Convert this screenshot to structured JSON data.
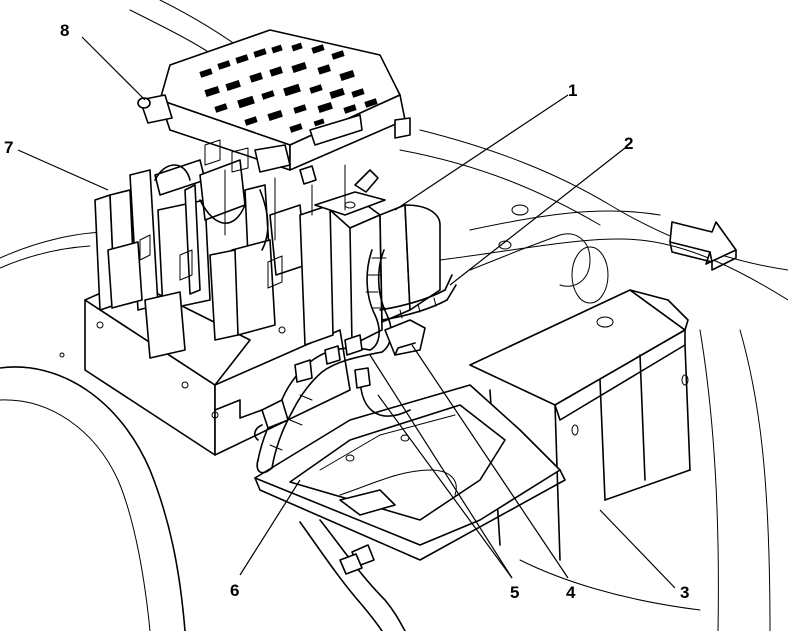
{
  "callouts": [
    {
      "id": "c1",
      "label": "1"
    },
    {
      "id": "c2",
      "label": "2"
    },
    {
      "id": "c3",
      "label": "3"
    },
    {
      "id": "c4",
      "label": "4"
    },
    {
      "id": "c5",
      "label": "5"
    },
    {
      "id": "c6",
      "label": "6"
    },
    {
      "id": "c7",
      "label": "7"
    },
    {
      "id": "c8",
      "label": "8"
    }
  ],
  "icons": {
    "direction_arrow": "forward-arrow-icon"
  }
}
